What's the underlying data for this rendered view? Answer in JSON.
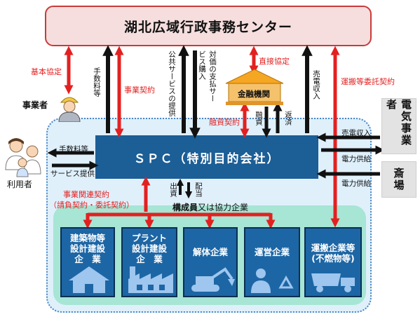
{
  "top_title": "湖北広域行政事務センター",
  "spc": "ＳＰＣ（特別目的会社）",
  "bank": "金融機関",
  "operator": "事業者",
  "users": "利用者",
  "power_company": "電気事業者",
  "crematorium": "斎場",
  "members_title_bold": "構成員",
  "members_title_rest": "又は協力企業",
  "labels": {
    "basic_agreement": "基本協定",
    "business_contract": "事業契約",
    "fee": "手数料等",
    "public_service": "公共サービスの提供",
    "payment": "対価の支払サービス購入",
    "direct_agreement": "直接協定",
    "loan_contract": "融資契約",
    "loan": "融資",
    "repay": "返済",
    "power_revenue": "売電収入",
    "transport_contract": "運搬等委託契約",
    "users_fee": "手数料等",
    "service_provision": "サービス提供",
    "business_contracts": "事業関連契約",
    "contract_types": "（請負契約・委託契約）",
    "invest": "出資",
    "dividend": "配当",
    "sell_power": "売電収入",
    "power_supply_1": "電力供給",
    "power_supply_2": "電力供給"
  },
  "enterprises": [
    {
      "label": "建築物等\n設計建設\n企　業",
      "icon": "house-icon"
    },
    {
      "label": "プラント\n設計建設\n企　業",
      "icon": "factory-icon"
    },
    {
      "label": "解体企業",
      "icon": "excavator-icon"
    },
    {
      "label": "運営企業",
      "icon": "recycle-person-icon"
    },
    {
      "label": "運搬企業等\n(不燃物等)",
      "icon": "dump-truck-icon"
    }
  ],
  "colors": {
    "red": "#e32020",
    "navy": "#1c5e96",
    "blue": "#1d66a5",
    "teal": "#a7e5d4",
    "lightblue": "#dff0fb"
  }
}
